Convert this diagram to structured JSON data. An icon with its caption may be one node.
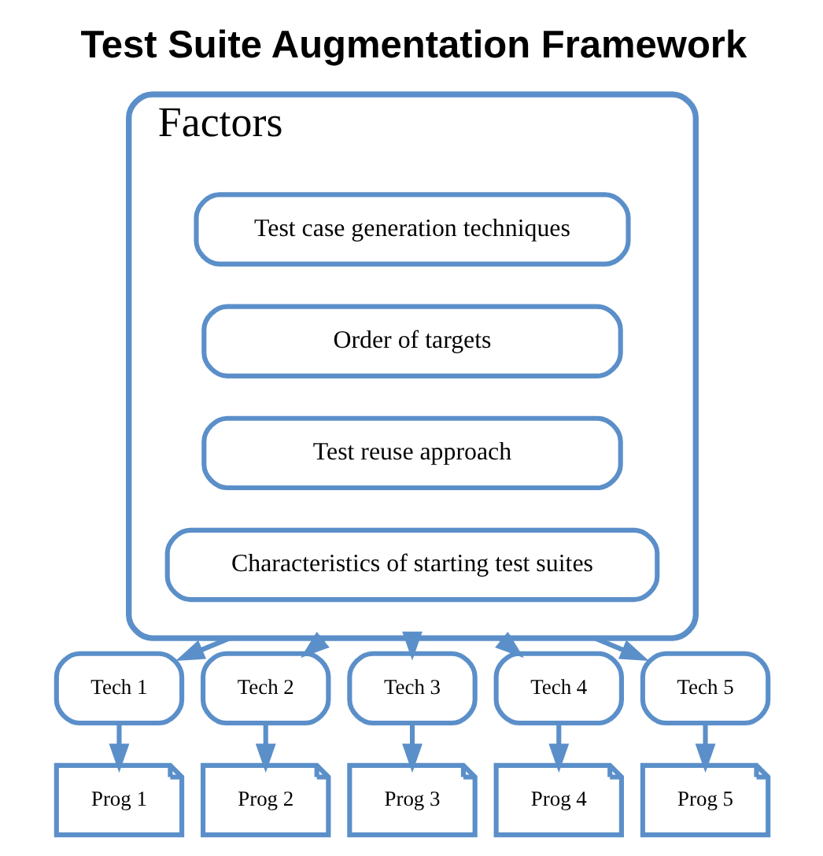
{
  "diagram": {
    "title": "Test Suite Augmentation Framework",
    "nodes": [
      {
        "text": [
          "Factors"
        ]
      },
      {
        "text": [
          "Test case generation techniques"
        ],
        "in": 0
      },
      {
        "text": [
          "Order of targets"
        ],
        "in": 0
      },
      {
        "text": [
          "Test reuse approach"
        ],
        "in": 0
      },
      {
        "text": [
          "Characteristics of starting test suites"
        ],
        "in": 0
      },
      {
        "text": [
          "Tech 1"
        ]
      },
      {
        "text": [
          "Tech 2"
        ]
      },
      {
        "text": [
          "Tech 3"
        ]
      },
      {
        "text": [
          "Tech 4"
        ]
      },
      {
        "text": [
          "Tech 5"
        ]
      },
      {
        "text": [
          "Prog 1"
        ]
      },
      {
        "text": [
          "Prog 2"
        ]
      },
      {
        "text": [
          "Prog 3"
        ]
      },
      {
        "text": [
          "Prog 4"
        ]
      },
      {
        "text": [
          "Prog 5"
        ]
      }
    ],
    "edges": [
      {
        "from": 0,
        "to": 5,
        "arrow": "to"
      },
      {
        "from": 0,
        "to": 6,
        "arrow": "to"
      },
      {
        "from": 0,
        "to": 7,
        "arrow": "to"
      },
      {
        "from": 0,
        "to": 8,
        "arrow": "to"
      },
      {
        "from": 0,
        "to": 9,
        "arrow": "to"
      },
      {
        "from": 5,
        "to": 10,
        "arrow": "to"
      },
      {
        "from": 6,
        "to": 11,
        "arrow": "to"
      },
      {
        "from": 7,
        "to": 12,
        "arrow": "to"
      },
      {
        "from": 8,
        "to": 13,
        "arrow": "to"
      },
      {
        "from": 9,
        "to": 14,
        "arrow": "to"
      }
    ]
  }
}
